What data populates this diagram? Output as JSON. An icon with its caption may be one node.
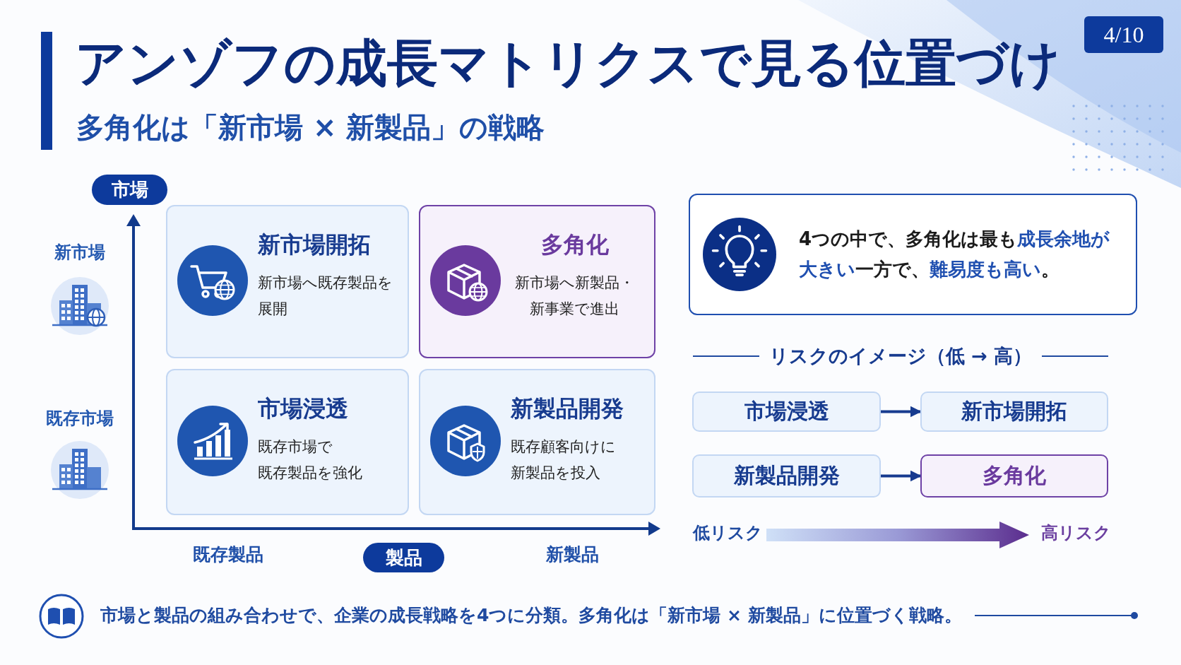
{
  "diagram": {
    "title": "アンゾフの成長マトリクスで見る位置づけ",
    "nodes": [
      {
        "text": [
          "4/10"
        ]
      },
      {
        "text": [
          "市場"
        ]
      },
      {
        "text": [
          "新市場開拓",
          "新市場へ既存製品を展開"
        ]
      },
      {
        "text": [
          "多角化",
          "新市場へ新製品・新事業で進出"
        ]
      },
      {
        "text": [
          "市場浸透",
          "既存市場で既存製品を強化"
        ]
      },
      {
        "text": [
          "新製品開発",
          "既存顧客向けに新製品を投入"
        ]
      },
      {
        "text": [
          "製品"
        ]
      },
      {
        "text": [
          "4つの中で、多角化は最も**成長余地が大きい**一方で、**難易度も高い**。"
        ]
      },
      {
        "text": [
          "市場浸透"
        ]
      },
      {
        "text": [
          "新市場開拓"
        ]
      },
      {
        "text": [
          "新製品開発"
        ]
      },
      {
        "text": [
          "多角化"
        ]
      }
    ],
    "edges": [
      {
        "from": 8,
        "to": 9,
        "arrow": "to"
      },
      {
        "from": 10,
        "to": 11,
        "arrow": "to"
      }
    ],
    "labels": [
      "多角化は「新市場 × 新製品」の戦略",
      "新市場",
      "既存市場",
      "既存製品",
      "新製品",
      "リスクのイメージ（低 → 高）",
      "低リスク",
      "高リスク",
      "市場と製品の組み合わせで、企業の成長戦略を4つに分類。多角化は「新市場 × 新製品」に位置づく戦略。"
    ]
  }
}
